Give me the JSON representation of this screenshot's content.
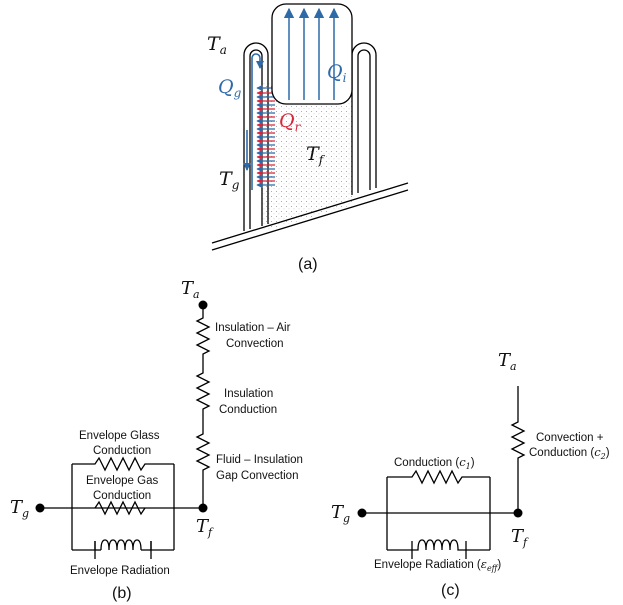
{
  "figure_a": {
    "caption": "(a)",
    "labels": {
      "T_a": {
        "main": "T",
        "sub": "a"
      },
      "Q_g": {
        "main": "Q",
        "sub": "g"
      },
      "Q_i": {
        "main": "Q",
        "sub": "i"
      },
      "Q_r": {
        "main": "Q",
        "sub": "r"
      },
      "T_f": {
        "main": "T",
        "sub": "f"
      },
      "T_g": {
        "main": "T",
        "sub": "g"
      }
    },
    "colors": {
      "gas_flow": "#2e6aa8",
      "radiation": "#d8263a"
    }
  },
  "figure_b": {
    "caption": "(b)",
    "nodes": {
      "T_a": {
        "main": "T",
        "sub": "a"
      },
      "T_g": {
        "main": "T",
        "sub": "g"
      },
      "T_f": {
        "main": "T",
        "sub": "f"
      }
    },
    "resistors": {
      "insulation_air_line1": "Insulation – Air",
      "insulation_air_line2": "Convection",
      "insulation_cond_line1": "Insulation",
      "insulation_cond_line2": "Conduction",
      "fluid_gap_line1": "Fluid – Insulation",
      "fluid_gap_line2": "Gap Convection",
      "glass_line1": "Envelope Glass",
      "glass_line2": "Conduction",
      "gas_line1": "Envelope Gas",
      "gas_line2": "Conduction",
      "radiation": "Envelope Radiation"
    }
  },
  "figure_c": {
    "caption": "(c)",
    "nodes": {
      "T_a": {
        "main": "T",
        "sub": "a"
      },
      "T_g": {
        "main": "T",
        "sub": "g"
      },
      "T_f": {
        "main": "T",
        "sub": "f"
      }
    },
    "resistors": {
      "conduction_text": "Conduction (",
      "conduction_param": {
        "main": "c",
        "sub": "1"
      },
      "convection_line1": "Convection +",
      "convection_text": "Conduction (",
      "convection_param": {
        "main": "c",
        "sub": "2"
      },
      "radiation_text": "Envelope Radiation (",
      "radiation_param": {
        "main": "ε",
        "sub": "eff"
      },
      "close_paren": ")"
    }
  }
}
